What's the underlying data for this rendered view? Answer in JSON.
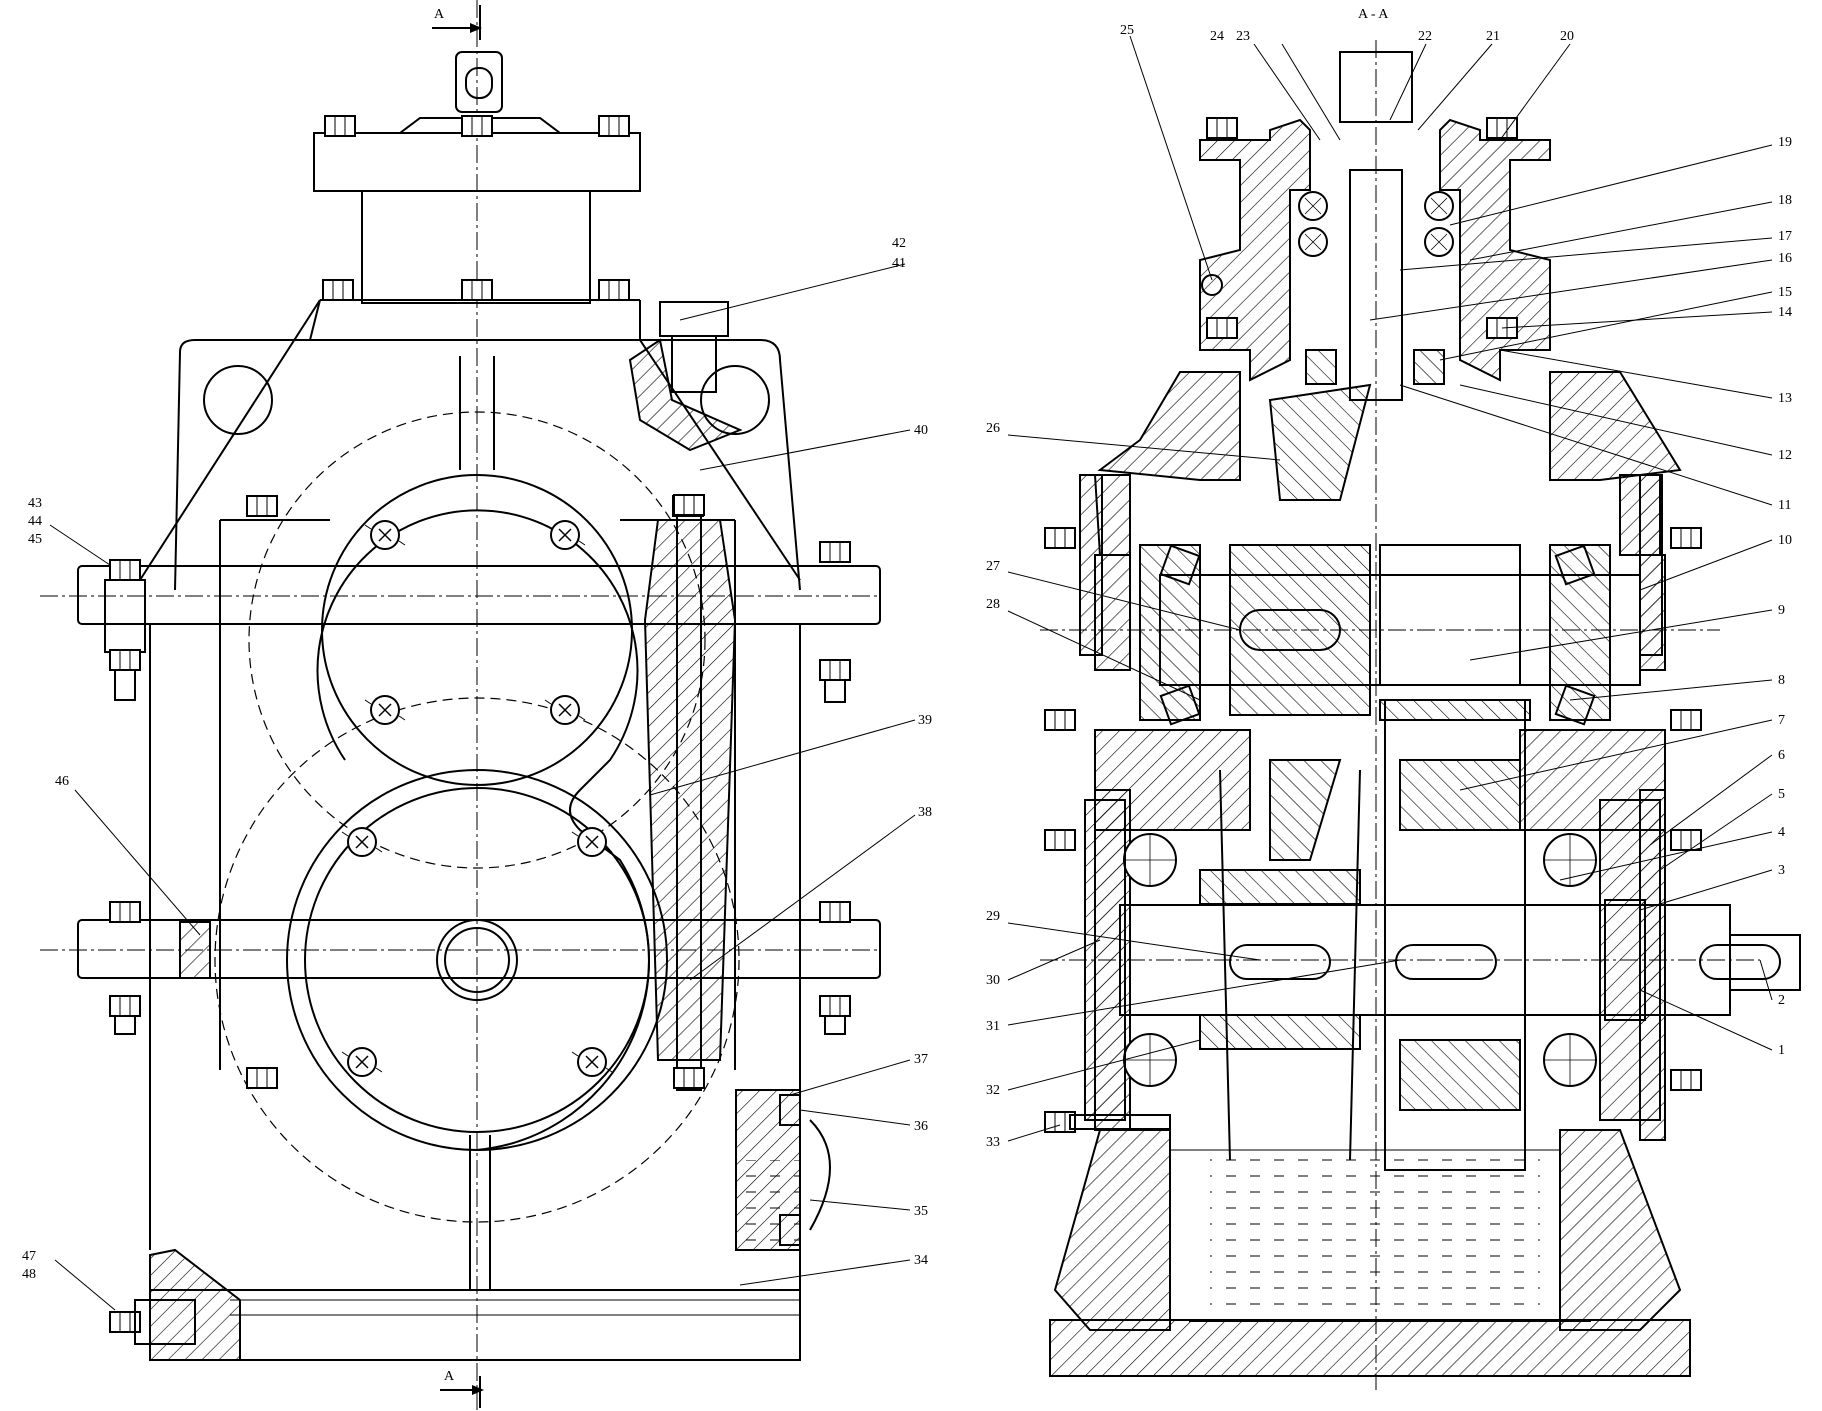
{
  "section_title": "A - A",
  "section_marks": {
    "top": "A",
    "bottom": "A"
  },
  "left_labels": [
    {
      "id": "42",
      "text": "42"
    },
    {
      "id": "41",
      "text": "41"
    },
    {
      "id": "40",
      "text": "40"
    },
    {
      "id": "43",
      "text": "43"
    },
    {
      "id": "44",
      "text": "44"
    },
    {
      "id": "45",
      "text": "45"
    },
    {
      "id": "39",
      "text": "39"
    },
    {
      "id": "46",
      "text": "46"
    },
    {
      "id": "38",
      "text": "38"
    },
    {
      "id": "37",
      "text": "37"
    },
    {
      "id": "36",
      "text": "36"
    },
    {
      "id": "35",
      "text": "35"
    },
    {
      "id": "34",
      "text": "34"
    },
    {
      "id": "47",
      "text": "47"
    },
    {
      "id": "48",
      "text": "48"
    }
  ],
  "right_labels": [
    {
      "id": "25",
      "text": "25"
    },
    {
      "id": "24",
      "text": "24"
    },
    {
      "id": "23",
      "text": "23"
    },
    {
      "id": "22",
      "text": "22"
    },
    {
      "id": "21",
      "text": "21"
    },
    {
      "id": "20",
      "text": "20"
    },
    {
      "id": "19",
      "text": "19"
    },
    {
      "id": "18",
      "text": "18"
    },
    {
      "id": "17",
      "text": "17"
    },
    {
      "id": "16",
      "text": "16"
    },
    {
      "id": "15",
      "text": "15"
    },
    {
      "id": "14",
      "text": "14"
    },
    {
      "id": "13",
      "text": "13"
    },
    {
      "id": "12",
      "text": "12"
    },
    {
      "id": "11",
      "text": "11"
    },
    {
      "id": "10",
      "text": "10"
    },
    {
      "id": "9",
      "text": "9"
    },
    {
      "id": "8",
      "text": "8"
    },
    {
      "id": "7",
      "text": "7"
    },
    {
      "id": "6",
      "text": "6"
    },
    {
      "id": "5",
      "text": "5"
    },
    {
      "id": "4",
      "text": "4"
    },
    {
      "id": "3",
      "text": "3"
    },
    {
      "id": "2",
      "text": "2"
    },
    {
      "id": "1",
      "text": "1"
    },
    {
      "id": "26",
      "text": "26"
    },
    {
      "id": "27",
      "text": "27"
    },
    {
      "id": "28",
      "text": "28"
    },
    {
      "id": "29",
      "text": "29"
    },
    {
      "id": "30",
      "text": "30"
    },
    {
      "id": "31",
      "text": "31"
    },
    {
      "id": "32",
      "text": "32"
    },
    {
      "id": "33",
      "text": "33"
    }
  ]
}
